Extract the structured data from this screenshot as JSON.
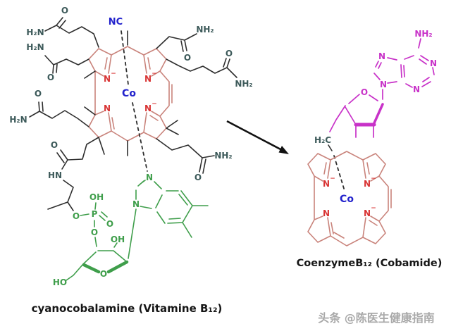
{
  "colors": {
    "bg": "#ffffff",
    "corrin": "#c9837b",
    "nitrogen": "#d93434",
    "cobalt": "#2222cc",
    "carbon": "#2e2e2e",
    "hetero": "#3d5a5a",
    "green": "#3f9e4b",
    "magenta": "#c832c8",
    "arrow": "#111111",
    "caption": "#161616",
    "watermark": "#a9a9a9"
  },
  "glyphs": {
    "nc": "NC",
    "co": "Co",
    "n": "N",
    "minus": "−",
    "h2n": "H₂N",
    "nh2": "NH₂",
    "o": "O",
    "hn": "HN",
    "oh": "OH",
    "ho": "HO",
    "p": "P",
    "h2c": "H₂C"
  },
  "captions": {
    "left": "cyanocobalamine (Vitamine B₁₂)",
    "right": "CoenzymeB₁₂ (Cobamide)"
  },
  "watermark": "头条 @陈医生健康指南"
}
